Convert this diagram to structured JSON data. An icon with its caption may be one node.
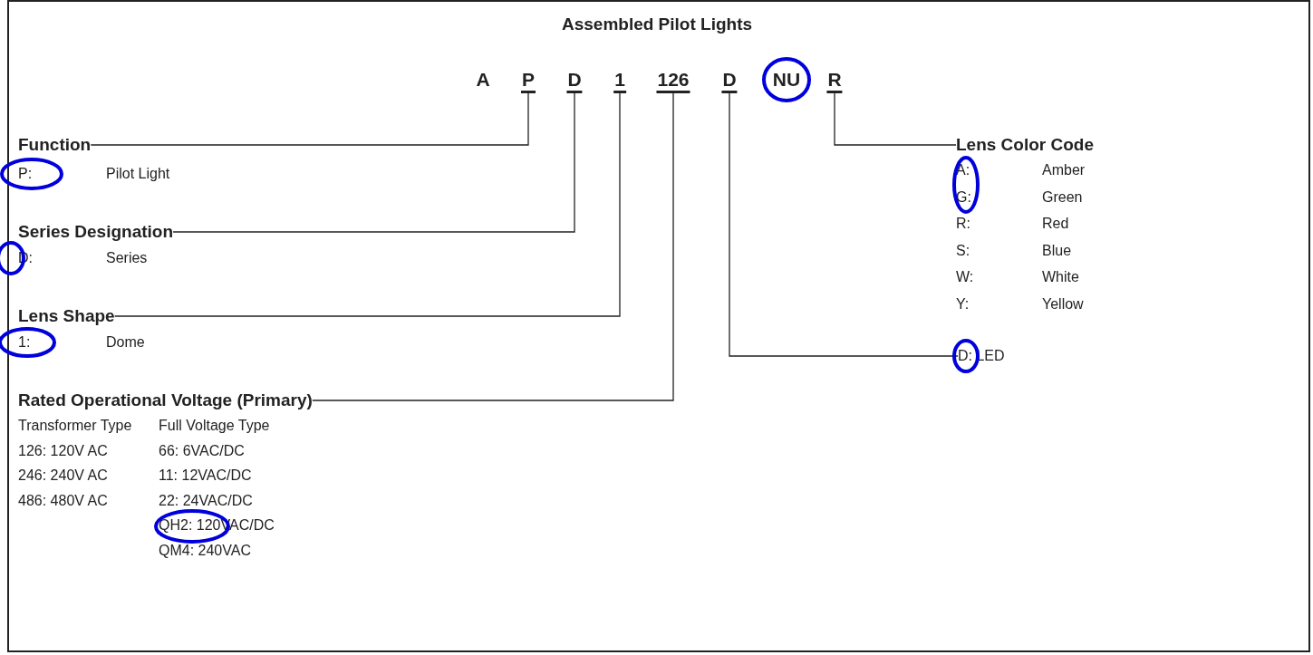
{
  "diagram": {
    "title": "Assembled Pilot Lights",
    "nodes": [
      {
        "text": [
          "P"
        ]
      },
      {
        "text": [
          "D"
        ]
      },
      {
        "text": [
          "1"
        ]
      },
      {
        "text": [
          "126"
        ]
      },
      {
        "text": [
          "D"
        ]
      },
      {
        "text": [
          "R"
        ]
      },
      {
        "text": [
          "Function"
        ],
        "beside": [
          "P:",
          "Pilot Light"
        ]
      },
      {
        "text": [
          "Series Designation"
        ],
        "beside": [
          "D:",
          "Series"
        ]
      },
      {
        "text": [
          "Lens Shape"
        ],
        "beside": [
          "1:",
          "Dome"
        ]
      },
      {
        "text": [
          "Rated Operational Voltage (Primary)"
        ],
        "beside": [
          "Transformer Type",
          "Full Voltage Type",
          "126: 120V AC",
          "66: 6VAC/DC",
          "246: 240V AC",
          "11: 12VAC/DC",
          "486: 480V AC",
          "22: 24VAC/DC",
          "QH2: 120VAC/DC",
          "QM4: 240VAC"
        ]
      },
      {
        "text": [
          "Lens Color Code"
        ],
        "beside": [
          "A:",
          "Amber",
          "G:",
          "Green",
          "R:",
          "Red",
          "S:",
          "Blue",
          "W:",
          "White",
          "Y:",
          "Yellow"
        ]
      },
      {
        "text": [
          "D:",
          "LED"
        ]
      }
    ],
    "edges": [
      {
        "from": 0,
        "to": 6,
        "arrow": "none"
      },
      {
        "from": 1,
        "to": 7,
        "arrow": "none"
      },
      {
        "from": 2,
        "to": 8,
        "arrow": "none"
      },
      {
        "from": 3,
        "to": 9,
        "arrow": "none"
      },
      {
        "from": 5,
        "to": 10,
        "arrow": "none"
      },
      {
        "from": 4,
        "to": 11,
        "arrow": "none"
      }
    ],
    "labels": [
      "A",
      "NU"
    ]
  }
}
